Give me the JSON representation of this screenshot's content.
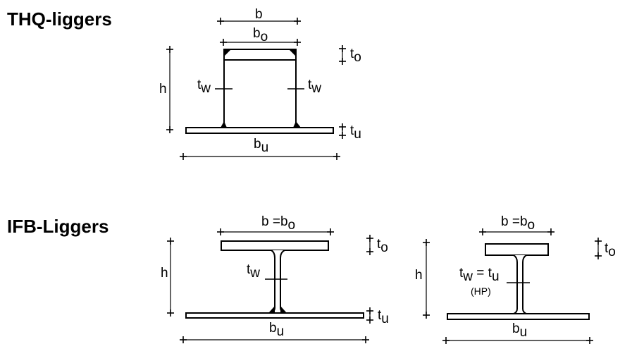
{
  "sections": {
    "thq": {
      "title": "THQ-liggers",
      "labels": {
        "b": "b",
        "b_main": "b",
        "b_sub": "o",
        "t_main": "t",
        "t_o_sub": "o",
        "t_w_sub": "w",
        "t_u_sub": "u",
        "h": "h",
        "bu_main": "b",
        "bu_sub": "u"
      }
    },
    "ifb": {
      "title": "IFB-Liggers",
      "left": {
        "b_eq": "b =b",
        "b_eq_sub": "o",
        "t_main": "t",
        "t_o_sub": "o",
        "t_w_sub": "w",
        "t_u_sub": "u",
        "h": "h",
        "bu_main": "b",
        "bu_sub": "u"
      },
      "right": {
        "b_eq": "b =b",
        "b_eq_sub": "o",
        "t_main": "t",
        "t_o_sub": "o",
        "tw_eq_prefix": "t",
        "tw_eq_sub1": "w",
        "tw_eq_mid": " = t",
        "tw_eq_sub2": "u",
        "hp": "(HP)",
        "h": "h",
        "bu_main": "b",
        "bu_sub": "u"
      }
    }
  }
}
